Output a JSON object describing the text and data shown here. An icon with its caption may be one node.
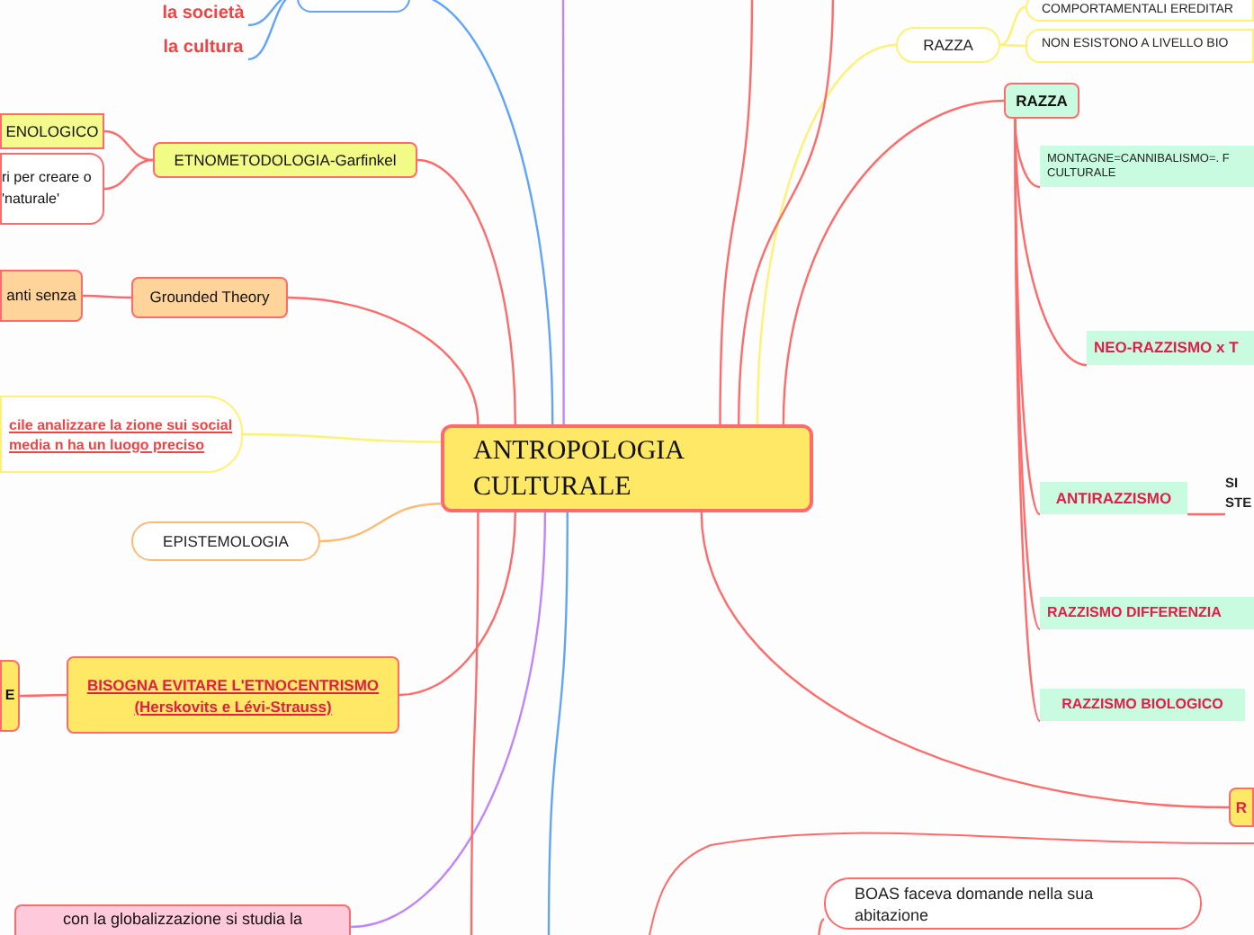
{
  "diagram": {
    "nodes": [
      {
        "text": [
          "ANTROPOLOGIA CULTURALE"
        ]
      },
      {
        "text": [],
        "shape": "box"
      },
      {
        "text": [
          "la società"
        ]
      },
      {
        "text": [
          "la cultura"
        ]
      },
      {
        "text": [
          "ENOLOGICO"
        ]
      },
      {
        "text": [
          "ri per creare o 'naturale'"
        ]
      },
      {
        "text": [
          "ETNOMETODOLOGIA-Garfinkel"
        ]
      },
      {
        "text": [
          "anti senza"
        ]
      },
      {
        "text": [
          "Grounded Theory"
        ]
      },
      {
        "text": [
          "cile analizzare la zione sui social media n ha un luogo preciso"
        ]
      },
      {
        "text": [
          "EPISTEMOLOGIA"
        ]
      },
      {
        "text": [
          "E"
        ]
      },
      {
        "text": [
          "BISOGNA EVITARE L'ETNOCENTRISMO (Herskovits e Lévi-Strauss)"
        ]
      },
      {
        "text": [
          "con la globalizzazione si studia la"
        ]
      },
      {
        "text": [
          "RAZZA"
        ]
      },
      {
        "text": [
          "COMPORTAMENTALI EREDITAR"
        ]
      },
      {
        "text": [
          "NON ESISTONO A LIVELLO BIO"
        ]
      },
      {
        "text": [
          "RAZZA"
        ]
      },
      {
        "text": [
          "MONTAGNE=CANNIBALISMO=. F CULTURALE"
        ]
      },
      {
        "text": [
          "NEO-RAZZISMO x T"
        ]
      },
      {
        "text": [
          "ANTIRAZZISMO"
        ]
      },
      {
        "text": [
          "SI STE"
        ]
      },
      {
        "text": [
          "RAZZISMO DIFFERENZIA"
        ]
      },
      {
        "text": [
          "RAZZISMO BIOLOGICO"
        ]
      },
      {
        "text": [
          "R"
        ]
      },
      {
        "text": [
          "BOAS faceva domande nella sua abitazione"
        ]
      }
    ],
    "edges": [
      {
        "from": 0,
        "to": 1,
        "arrow": "none",
        "color": "#60a5fa"
      },
      {
        "from": 1,
        "to": 2,
        "arrow": "none",
        "color": "#60a5fa"
      },
      {
        "from": 1,
        "to": 3,
        "arrow": "none",
        "color": "#60a5fa"
      },
      {
        "from": 0,
        "to": 6,
        "arrow": "none"
      },
      {
        "from": 6,
        "to": 4,
        "arrow": "none"
      },
      {
        "from": 6,
        "to": 5,
        "arrow": "none"
      },
      {
        "from": 0,
        "to": 8,
        "arrow": "none"
      },
      {
        "from": 8,
        "to": 7,
        "arrow": "none"
      },
      {
        "from": 0,
        "to": 9,
        "arrow": "none",
        "color": "#fff176"
      },
      {
        "from": 0,
        "to": 10,
        "arrow": "none",
        "color": "#fdba74"
      },
      {
        "from": 0,
        "to": 12,
        "arrow": "none"
      },
      {
        "from": 12,
        "to": 11,
        "arrow": "none"
      },
      {
        "from": 0,
        "to": 13,
        "arrow": "none",
        "color": "#c084fc"
      },
      {
        "from": 0,
        "to": 14,
        "arrow": "none",
        "color": "#fff176"
      },
      {
        "from": 14,
        "to": 15,
        "arrow": "none",
        "color": "#fff176"
      },
      {
        "from": 14,
        "to": 16,
        "arrow": "none",
        "color": "#fff176"
      },
      {
        "from": 0,
        "to": 17,
        "arrow": "none"
      },
      {
        "from": 17,
        "to": 18,
        "arrow": "none"
      },
      {
        "from": 17,
        "to": 19,
        "arrow": "none"
      },
      {
        "from": 17,
        "to": 20,
        "arrow": "none"
      },
      {
        "from": 17,
        "to": 22,
        "arrow": "none"
      },
      {
        "from": 17,
        "to": 23,
        "arrow": "none"
      },
      {
        "from": 20,
        "to": 21,
        "arrow": "none"
      },
      {
        "from": 0,
        "to": 24,
        "arrow": "none"
      },
      {
        "from": 0,
        "to": null,
        "arrow": "none"
      },
      {
        "from": 0,
        "to": null,
        "arrow": "none",
        "color": "#60a5fa"
      },
      {
        "from": 0,
        "to": null,
        "arrow": "none"
      },
      {
        "from": 0,
        "to": null,
        "arrow": "none"
      },
      {
        "from": 0,
        "to": null,
        "arrow": "none",
        "color": "#c084fc"
      },
      {
        "from": null,
        "to": 25,
        "arrow": "none"
      }
    ]
  }
}
